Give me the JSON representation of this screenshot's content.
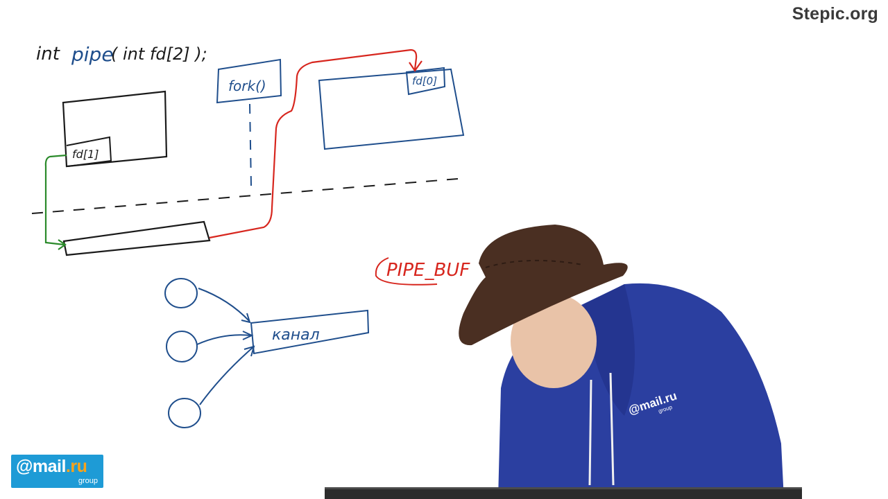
{
  "brand": {
    "site": "Stepic.org"
  },
  "logo": {
    "prefix": "@mail",
    "suffix": ".ru",
    "sub": "group"
  },
  "board": {
    "signature_int": "int",
    "signature_pipe": "pipe",
    "signature_args": "( int fd[2] );",
    "fork_label": "fork()",
    "fd_write_label": "fd[1]",
    "fd_read_label": "fd[0]",
    "pipe_buf_label": "PIPE_BUF",
    "channel_label": "канал"
  },
  "presenter": {
    "hoodie_logo": "@mail.ru",
    "hoodie_sub": "group"
  },
  "colors": {
    "ink_black": "#1a1a1a",
    "ink_blue": "#1f4e8c",
    "ink_red": "#d7261e",
    "ink_green": "#2a8a2a"
  }
}
